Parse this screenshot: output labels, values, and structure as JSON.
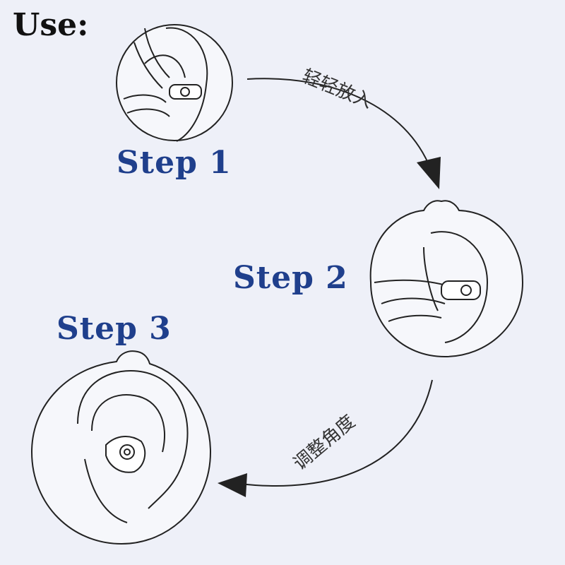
{
  "title": "Use:",
  "steps": [
    {
      "label": "Step 1",
      "instruction": "轻轻放入"
    },
    {
      "label": "Step 2",
      "instruction": "调整角度"
    },
    {
      "label": "Step 3"
    }
  ],
  "colors": {
    "background": "#eef0f8",
    "step_label": "#1f3f8c",
    "line": "#222222"
  }
}
